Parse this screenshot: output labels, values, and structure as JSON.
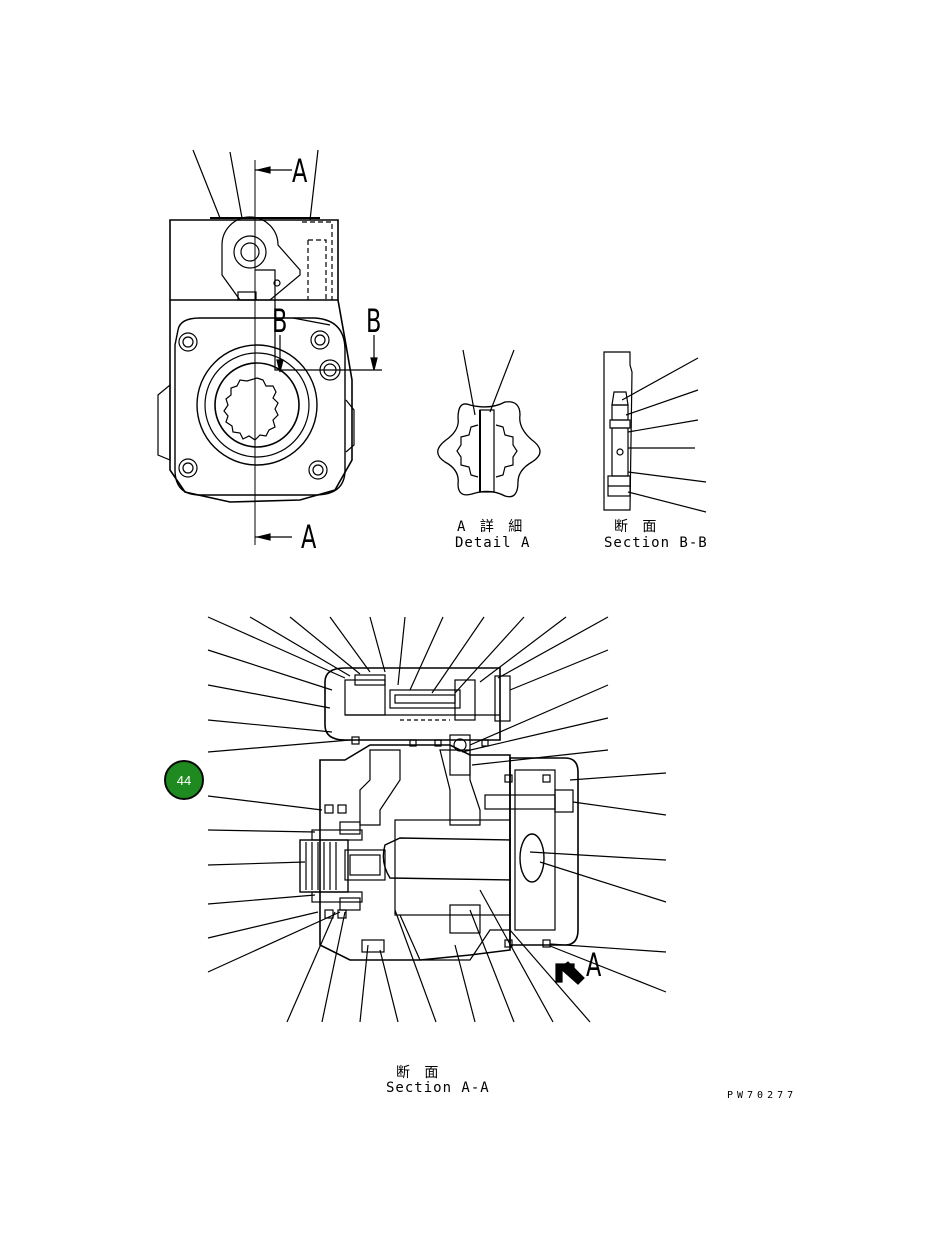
{
  "markers": {
    "section_a_top": "A",
    "section_a_bottom": "A",
    "section_b_left": "B",
    "section_b_right": "B",
    "view_a_arrow": "A"
  },
  "captions": {
    "detail_a_jp": "A 詳 細",
    "detail_a_en": "Detail A",
    "section_bb_jp": "断 面",
    "section_bb_en": "Section B-B",
    "section_aa_jp": "断 面",
    "section_aa_en": "Section A-A"
  },
  "drawing_code": "PW70277",
  "callout_badge": "44",
  "colors": {
    "badge": "#1f8a1f",
    "line": "#000000"
  }
}
